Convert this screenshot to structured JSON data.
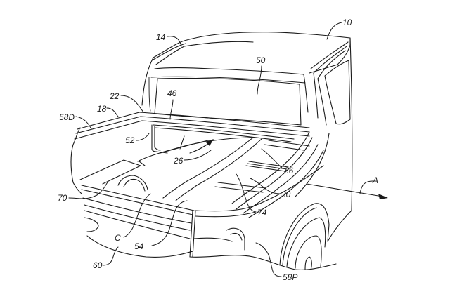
{
  "figure": {
    "title": "Pickup truck cargo bed with convertible bed panel",
    "colors": {
      "line": "#1a1a1a",
      "background": "#ffffff"
    }
  },
  "labels": {
    "vehicle": "10",
    "roof": "14",
    "bed_rail": "18",
    "cab_edge": "22",
    "panel_assembly": "26",
    "slat": "30",
    "rear_window": "46",
    "cab_back": "50",
    "front_wall": "52",
    "tailgate_edge": "54",
    "driver_side": "58D",
    "passenger_side": "58P",
    "tailgate": "60",
    "wheel_cover": "70",
    "floor": "74",
    "side_rail": "86",
    "direction": "A",
    "curve": "C"
  }
}
